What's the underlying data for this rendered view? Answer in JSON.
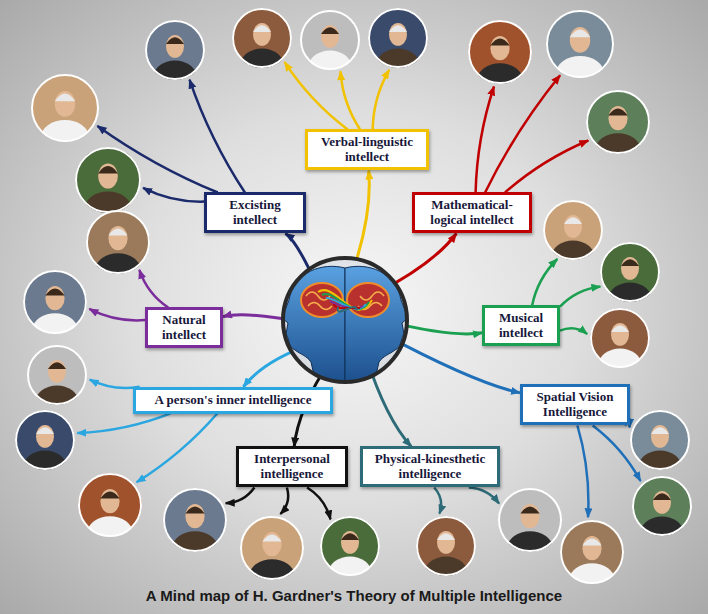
{
  "diagram": {
    "caption": "A Mind map of H. Gardner's Theory of Multiple Intelligence",
    "nodes": [
      {
        "text": [
          "Excisting intellect"
        ]
      },
      {
        "text": [
          "Verbal-linguistic intellect"
        ]
      },
      {
        "text": [
          "Mathematical-logical intellect"
        ]
      },
      {
        "text": [
          "Natural intellect"
        ]
      },
      {
        "text": [
          "Musical intellect"
        ]
      },
      {
        "text": [
          "A person's inner intelligence"
        ]
      },
      {
        "text": [
          "Spatial Vision Intelligence"
        ]
      },
      {
        "text": [
          "Interpersonal intelligence"
        ]
      },
      {
        "text": [
          "Physical-kinesthetic intelligence"
        ]
      }
    ]
  }
}
